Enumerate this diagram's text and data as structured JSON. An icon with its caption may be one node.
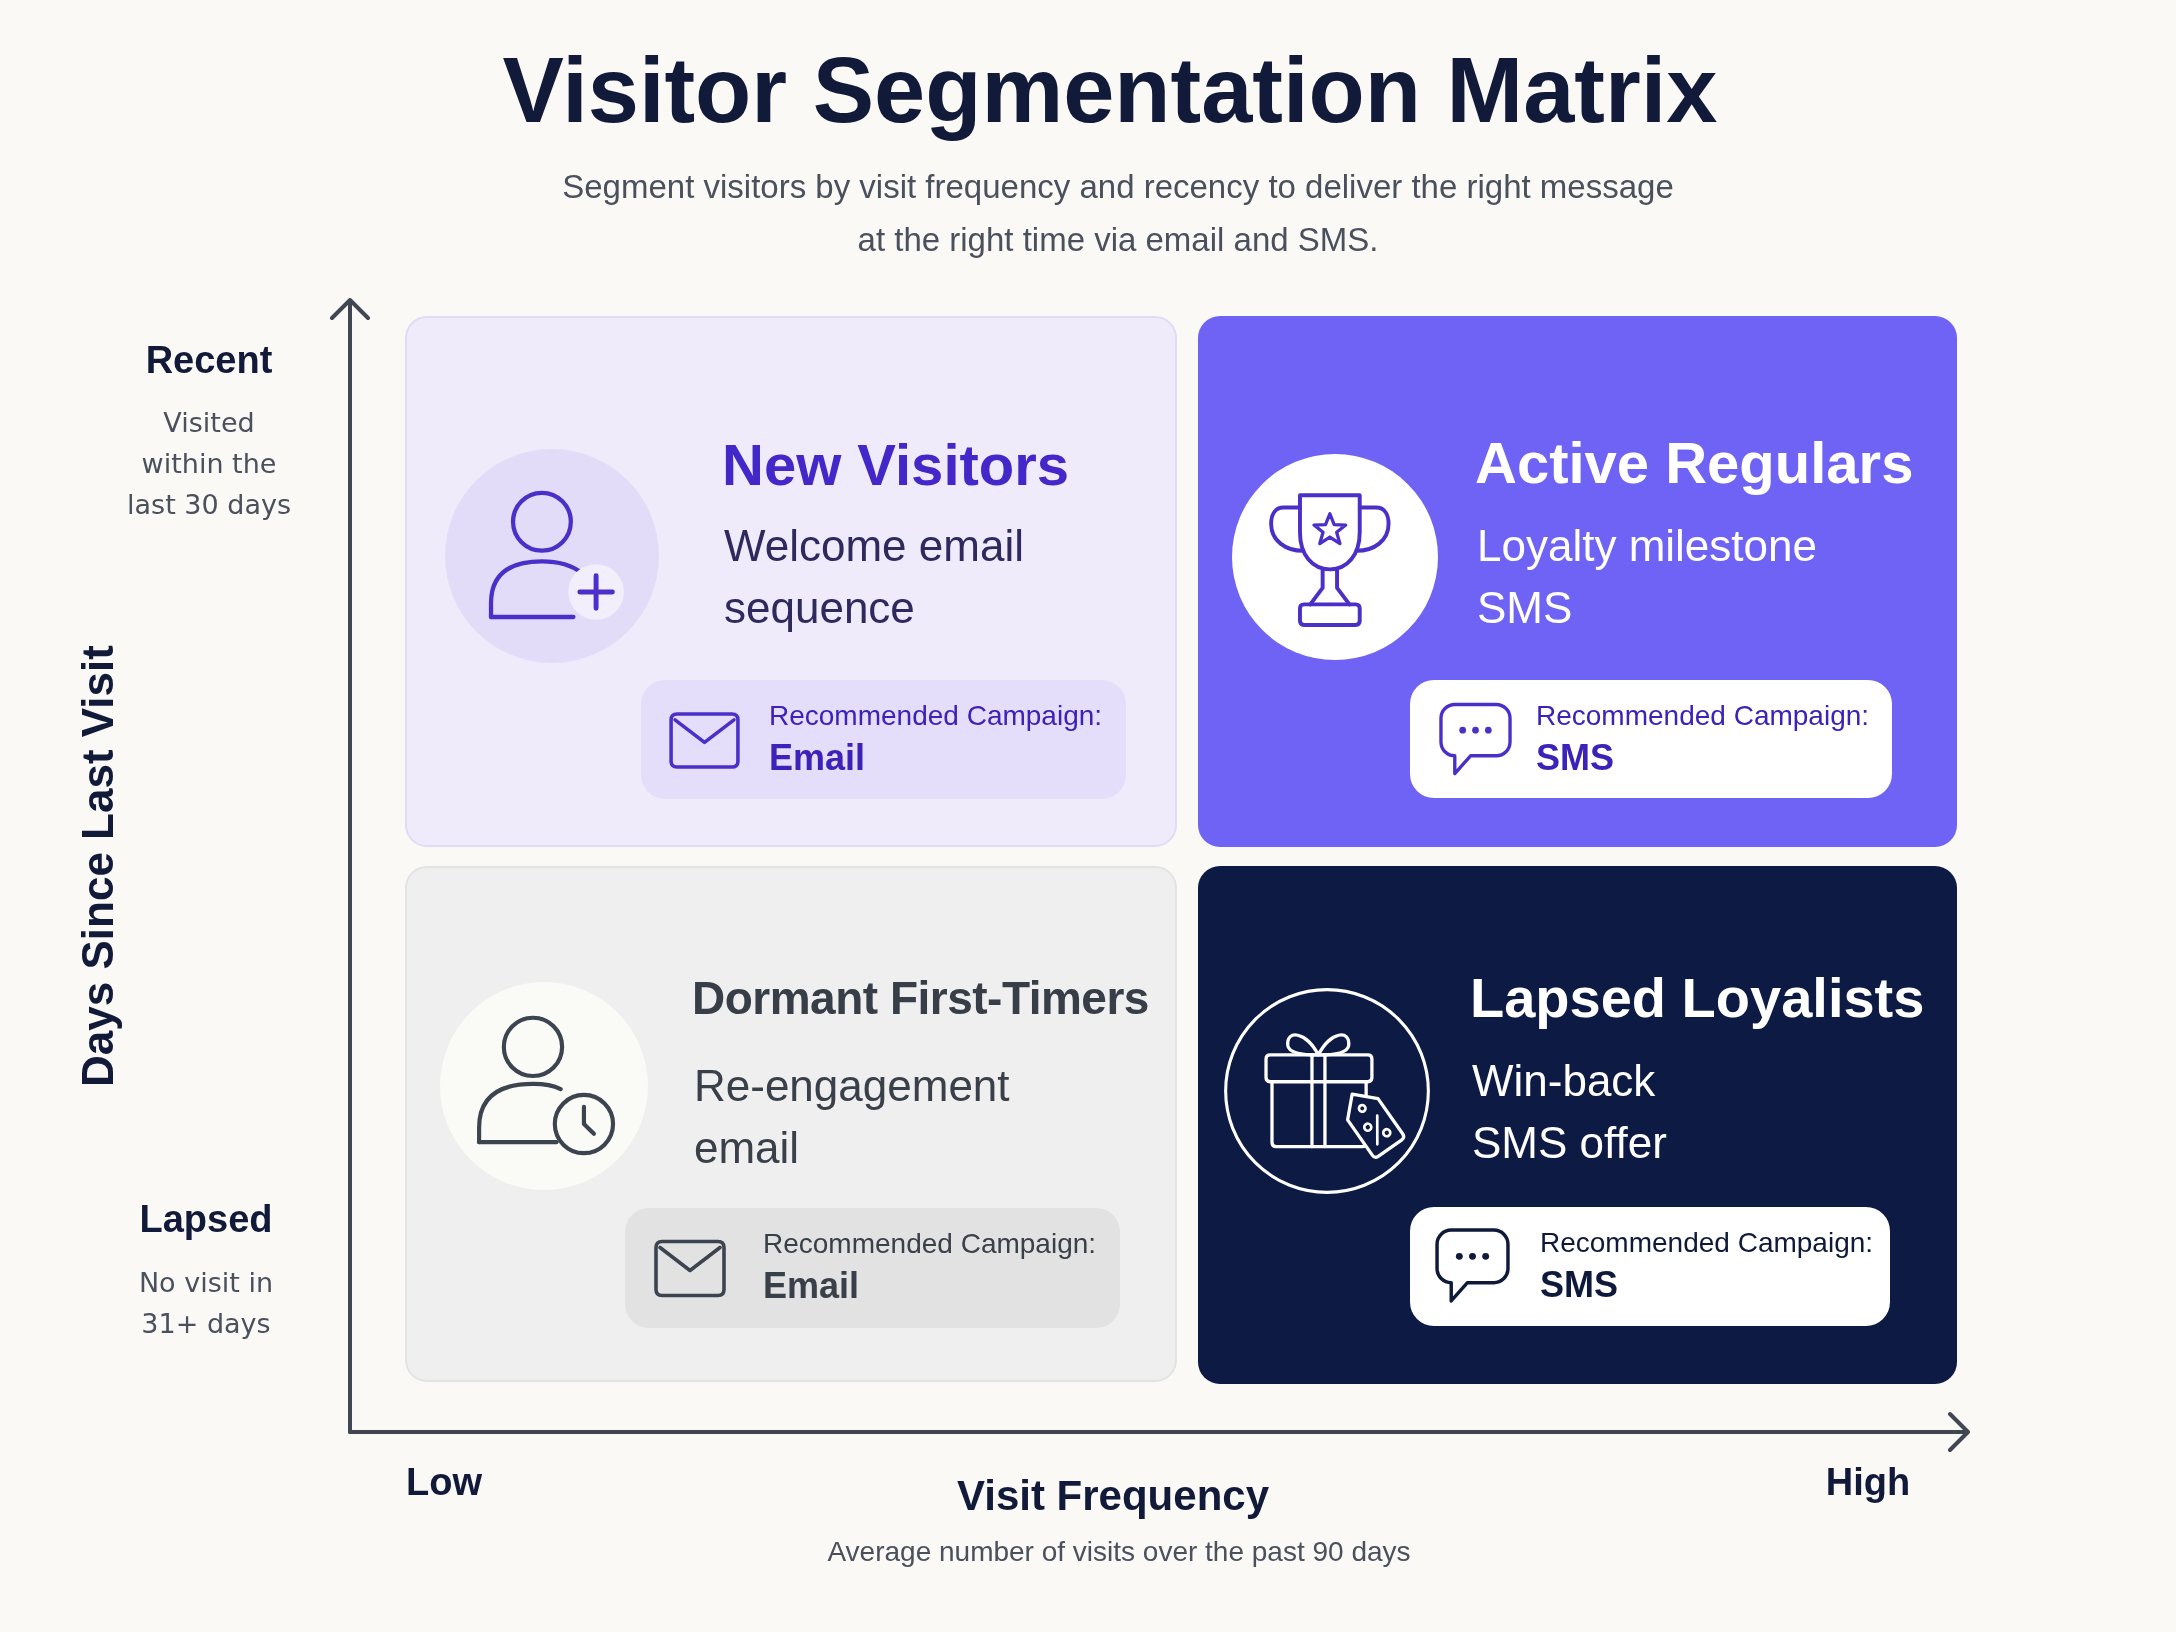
{
  "diagram": {
    "title": "Visitor Segmentation Matrix",
    "nodes": [
      {
        "text": [
          "New Visitors",
          "Welcome email sequence"
        ]
      },
      {
        "text": [
          "Recommended Campaign:",
          "Email"
        ],
        "in": 0
      },
      {
        "text": [
          "Active Regulars",
          "Loyalty milestone SMS"
        ]
      },
      {
        "text": [
          "Recommended Campaign:",
          "SMS"
        ],
        "in": 2
      },
      {
        "text": [
          "Dormant First-Timers",
          "Re-engagement email"
        ]
      },
      {
        "text": [
          "Recommended Campaign:",
          "Email"
        ],
        "in": 4
      },
      {
        "text": [
          "Lapsed Loyalists",
          "Win-back SMS offer"
        ]
      },
      {
        "text": [
          "Recommended Campaign:",
          "SMS"
        ],
        "in": 6
      }
    ],
    "labels": [
      "Segment visitors by visit frequency and recency to deliver the right message at the right time via email and SMS.",
      "Recent",
      "Visited within the last 30 days",
      "Days Since Last Visit",
      "Lapsed",
      "No visit in 31+ days",
      "Low",
      "Visit Frequency",
      "High",
      "Average number of visits over the past 90 days"
    ]
  }
}
